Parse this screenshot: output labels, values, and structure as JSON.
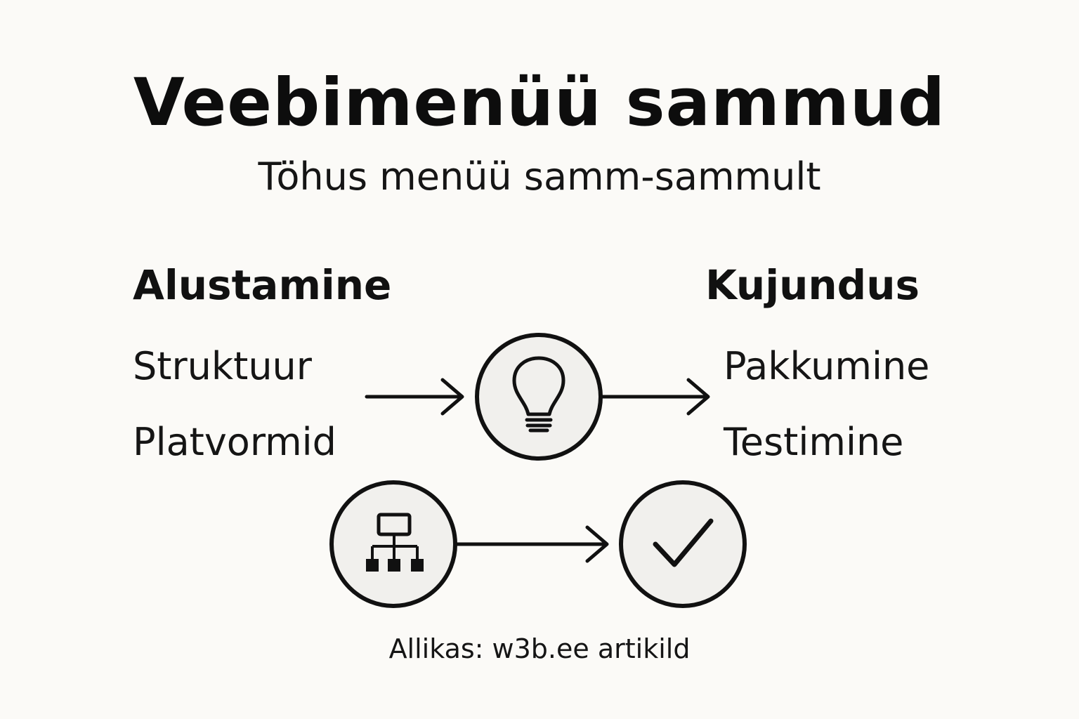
{
  "title": "Veebimenüü sammud",
  "subtitle": "Töhus menüü samm-sammult",
  "left_column": {
    "heading": "Alustamine",
    "items": [
      "Struktuur",
      "Platvormid"
    ]
  },
  "right_column": {
    "heading": "Kujundus",
    "items": [
      "Pakkumine",
      "Testimine"
    ]
  },
  "icons": [
    "lightbulb-icon",
    "sitemap-icon",
    "checkmark-icon"
  ],
  "colors": {
    "background": "#fbfaf7",
    "circle_fill": "#f1f0ed",
    "stroke": "#111111"
  },
  "footer": "Allikas: w3b.ee artikild"
}
